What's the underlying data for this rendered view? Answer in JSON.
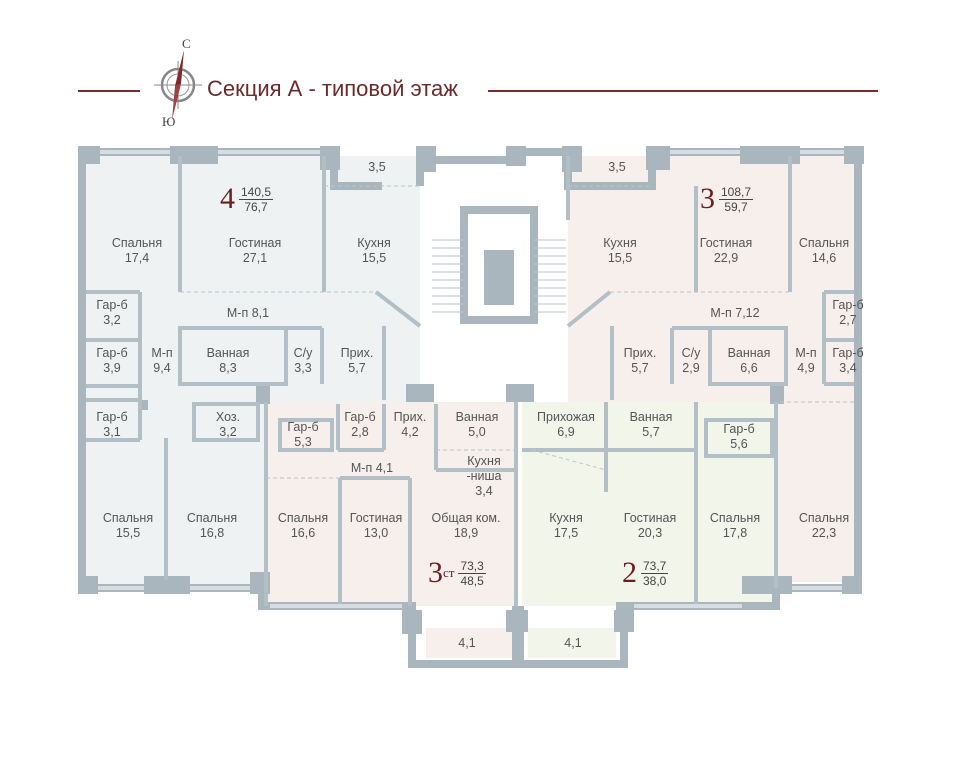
{
  "header": {
    "title": "Секция А - типовой этаж",
    "compass_north": "С",
    "compass_south": "Ю"
  },
  "colors": {
    "wall": "#a9b6be",
    "apt_grey": "#eef2f2",
    "apt_pink": "#f7efec",
    "apt_green": "#f1f5ea",
    "accent": "#6b1f1f"
  },
  "apartments": [
    {
      "rooms": "4",
      "total": "140,5",
      "living": "76,7"
    },
    {
      "rooms": "3",
      "total": "108,7",
      "living": "59,7"
    },
    {
      "rooms": "3",
      "suffix": "ст",
      "total": "73,3",
      "living": "48,5"
    },
    {
      "rooms": "2",
      "total": "73,7",
      "living": "38,0"
    }
  ],
  "rooms": [
    {
      "name": "",
      "area": "3,5"
    },
    {
      "name": "Спальня",
      "area": "17,4"
    },
    {
      "name": "Гостиная",
      "area": "27,1"
    },
    {
      "name": "Кухня",
      "area": "15,5"
    },
    {
      "name": "Гар-б",
      "area": "3,2"
    },
    {
      "name": "М-п 8,1",
      "area": ""
    },
    {
      "name": "Гар-б",
      "area": "3,9"
    },
    {
      "name": "М-п",
      "area": "9,4"
    },
    {
      "name": "Ванная",
      "area": "8,3"
    },
    {
      "name": "С/у",
      "area": "3,3"
    },
    {
      "name": "Прих.",
      "area": "5,7"
    },
    {
      "name": "Гар-б",
      "area": "3,1"
    },
    {
      "name": "Хоз.",
      "area": "3,2"
    },
    {
      "name": "Спальня",
      "area": "15,5"
    },
    {
      "name": "Спальня",
      "area": "16,8"
    },
    {
      "name": "",
      "area": "3,5"
    },
    {
      "name": "Кухня",
      "area": "15,5"
    },
    {
      "name": "Гостиная",
      "area": "22,9"
    },
    {
      "name": "Спальня",
      "area": "14,6"
    },
    {
      "name": "М-п 7,12",
      "area": ""
    },
    {
      "name": "Гар-б",
      "area": "2,7"
    },
    {
      "name": "Прих.",
      "area": "5,7"
    },
    {
      "name": "С/у",
      "area": "2,9"
    },
    {
      "name": "Ванная",
      "area": "6,6"
    },
    {
      "name": "М-п",
      "area": "4,9"
    },
    {
      "name": "Гар-б",
      "area": "3,4"
    },
    {
      "name": "Гар-б",
      "area": "5,3"
    },
    {
      "name": "Гар-б",
      "area": "2,8"
    },
    {
      "name": "Прих.",
      "area": "4,2"
    },
    {
      "name": "Ванная",
      "area": "5,0"
    },
    {
      "name": "М-п 4,1",
      "area": ""
    },
    {
      "name": "Кухня\n-ниша",
      "area": "3,4"
    },
    {
      "name": "Спальня",
      "area": "16,6"
    },
    {
      "name": "Гостиная",
      "area": "13,0"
    },
    {
      "name": "Общая ком.",
      "area": "18,9"
    },
    {
      "name": "Прихожая",
      "area": "6,9"
    },
    {
      "name": "Ванная",
      "area": "5,7"
    },
    {
      "name": "Гар-б",
      "area": "5,6"
    },
    {
      "name": "Кухня",
      "area": "17,5"
    },
    {
      "name": "Гостиная",
      "area": "20,3"
    },
    {
      "name": "Спальня",
      "area": "17,8"
    },
    {
      "name": "Спальня",
      "area": "22,3"
    },
    {
      "name": "",
      "area": "4,1"
    },
    {
      "name": "",
      "area": "4,1"
    }
  ]
}
